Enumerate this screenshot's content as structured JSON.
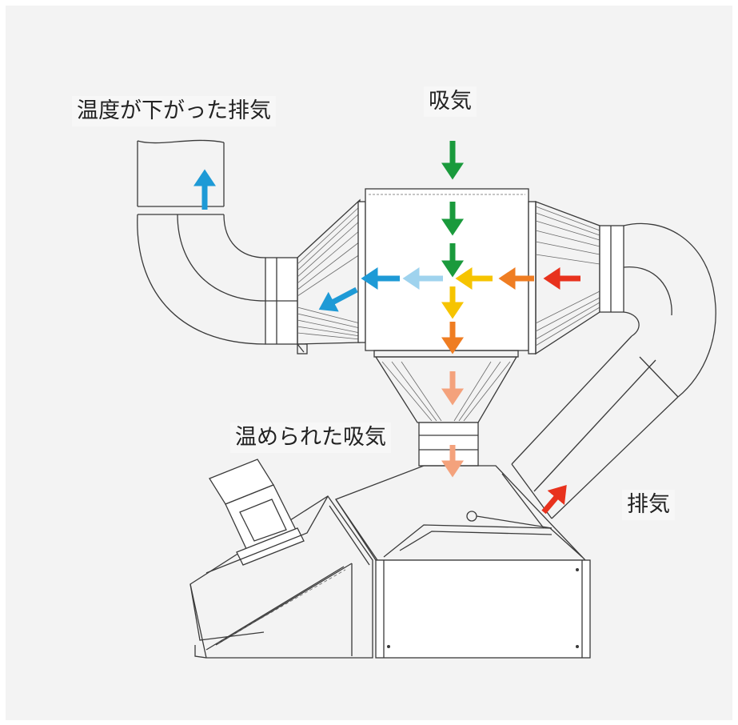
{
  "labels": {
    "cooled_exhaust": "温度が下がった排気",
    "intake": "吸気",
    "warmed_intake": "温められた吸気",
    "exhaust": "排気"
  },
  "colors": {
    "background": "#f3f3f3",
    "line": "#3a3a3a",
    "green": "#1a9a3c",
    "yellow": "#f6c400",
    "orange": "#ef7d22",
    "red": "#e8321d",
    "peach": "#f4a27c",
    "light_blue": "#9fd3ee",
    "blue": "#1e9ad6"
  }
}
